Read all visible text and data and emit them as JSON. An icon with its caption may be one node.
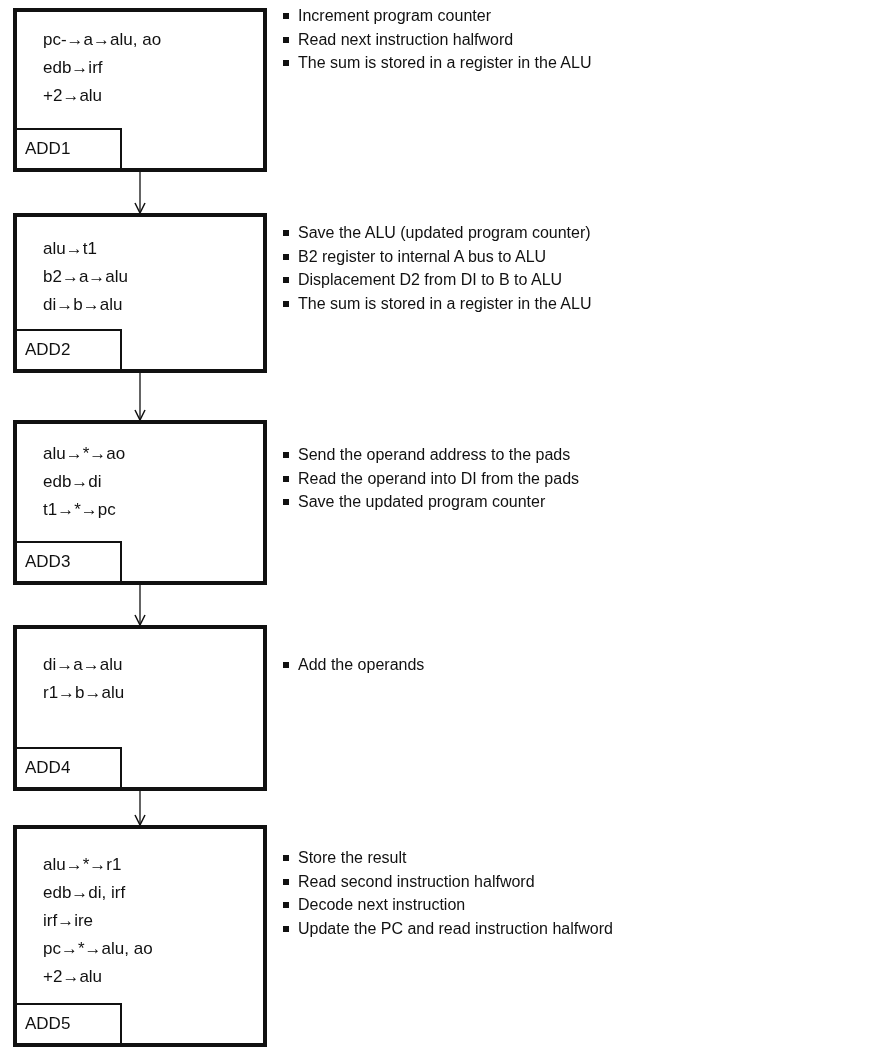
{
  "diagram": {
    "nodes": [
      {
        "text": [
          "pc-→a→alu, ao",
          "edb→irf",
          "+2→alu"
        ],
        "beside": [
          "Increment program counter",
          "Read next instruction halfword",
          "The sum is stored in a register in the ALU"
        ]
      },
      {
        "text": [
          "ADD1"
        ],
        "in": 0
      },
      {
        "text": [
          "alu→t1",
          "b2→a→alu",
          "di→b→alu"
        ],
        "beside": [
          "Save the ALU (updated program counter)",
          "B2 register to internal A bus to ALU",
          "Displacement D2 from DI to B to ALU",
          "The sum is stored in a register in the ALU"
        ]
      },
      {
        "text": [
          "ADD2"
        ],
        "in": 2
      },
      {
        "text": [
          "alu→*→ao",
          "edb→di",
          "t1→*→pc"
        ],
        "beside": [
          "Send the operand address to the pads",
          "Read the operand into DI from the pads",
          "Save the updated program counter"
        ]
      },
      {
        "text": [
          "ADD3"
        ],
        "in": 4
      },
      {
        "text": [
          "di→a→alu",
          "r1→b→alu"
        ],
        "beside": [
          "Add the operands"
        ]
      },
      {
        "text": [
          "ADD4"
        ],
        "in": 6
      },
      {
        "text": [
          "alu→*→r1",
          "edb→di, irf",
          "irf→ire",
          "pc→*→alu, ao",
          "+2→alu"
        ],
        "beside": [
          "Store the result",
          "Read second instruction halfword",
          "Decode next instruction",
          "Update the PC and read instruction halfword"
        ]
      },
      {
        "text": [
          "ADD5"
        ],
        "in": 8
      }
    ],
    "edges": [
      {
        "from": 0,
        "to": 2,
        "arrow": "to"
      },
      {
        "from": 2,
        "to": 4,
        "arrow": "to"
      },
      {
        "from": 4,
        "to": 6,
        "arrow": "to"
      },
      {
        "from": 6,
        "to": 8,
        "arrow": "to"
      }
    ]
  }
}
